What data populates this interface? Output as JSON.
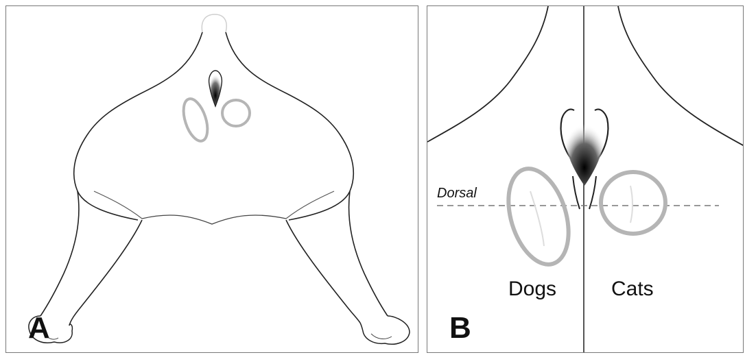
{
  "figure": {
    "panel_a": {
      "letter": "A"
    },
    "panel_b": {
      "letter": "B",
      "left_label": "Dogs",
      "right_label": "Cats",
      "reference_line_label": "Dorsal"
    },
    "colors": {
      "outline": "#222222",
      "gland_ring": "#b5b5b5",
      "divider": "#555555",
      "dashed_line": "#777777"
    }
  }
}
